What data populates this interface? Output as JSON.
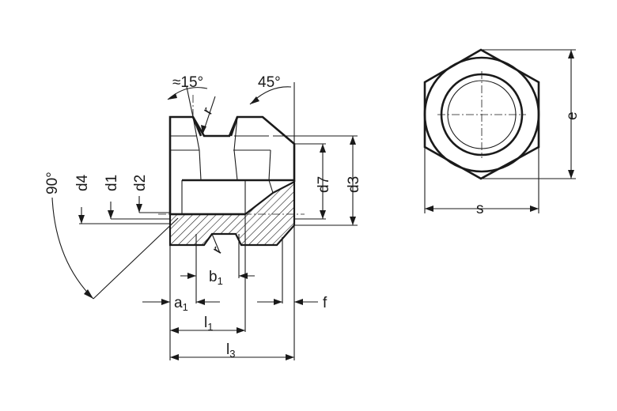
{
  "labels": {
    "angle_90": "90°",
    "angle_15": "≈15°",
    "angle_45": "45°",
    "d4": "d4",
    "d1": "d1",
    "d2": "d2",
    "d7": "d7",
    "d3": "d3",
    "r_top": "r",
    "r_bottom": "r",
    "b1": "b1",
    "a1": "a1",
    "f": "f",
    "l1": "l1",
    "l3": "l3",
    "e": "e",
    "s": "s"
  },
  "colors": {
    "ink": "#1a1a1a",
    "background": "#ffffff"
  }
}
